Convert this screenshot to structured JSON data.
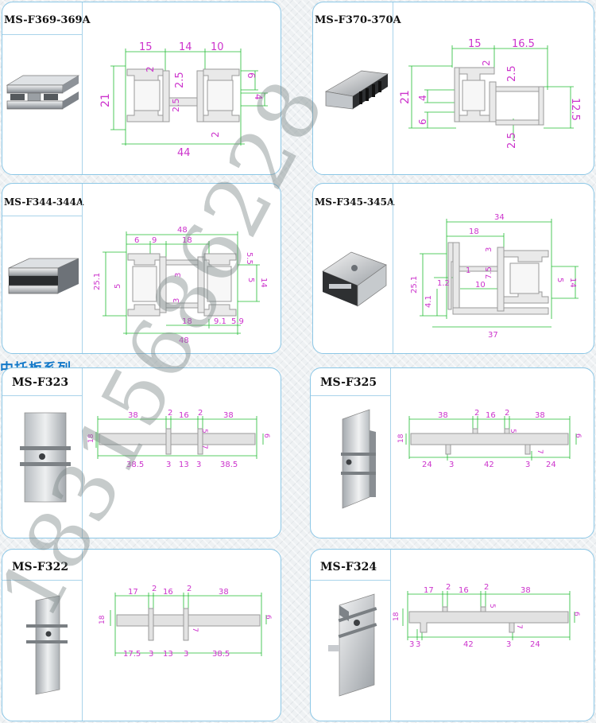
{
  "series_label": "中托板系列",
  "watermark": "18315686228",
  "colors": {
    "dimension": "#cc33cc",
    "guide": "#22bb33",
    "profile": "#bbbbbb",
    "border": "#8cc7e6"
  },
  "cards": [
    {
      "title": "MS-F369-369A",
      "dims": {
        "d15": "15",
        "d14": "14",
        "d10": "10",
        "d2a": "2",
        "d25a": "2.5",
        "d6": "6",
        "d21": "21",
        "d25b": "2.5",
        "d4": "4",
        "d2b": "2",
        "d44": "44"
      }
    },
    {
      "title": "MS-F370-370A",
      "dims": {
        "d15": "15",
        "d165": "16.5",
        "d2": "2",
        "d25a": "2.5",
        "d21": "21",
        "d4": "4",
        "d6": "6",
        "d125": "12.5",
        "d25b": "2.5"
      }
    },
    {
      "title": "MS-F344-344A",
      "dims": {
        "d48a": "48",
        "d6": "6",
        "d9": "9",
        "d18a": "18",
        "d55": "5.5",
        "d251": "25.1",
        "d5a": "5",
        "d3a": "3",
        "d5b": "5",
        "d14": "14",
        "d3b": "3",
        "d18b": "18",
        "d91": "9.1",
        "d59": "5.9",
        "d48b": "48"
      }
    },
    {
      "title": "MS-F345-345A",
      "dims": {
        "d34": "34",
        "d18": "18",
        "d3": "3",
        "d251": "25.1",
        "d1": "1",
        "d75": "7.5",
        "d12": "1.2",
        "d10": "10",
        "d5": "5",
        "d14": "14",
        "d41": "4.1",
        "d37": "37"
      }
    },
    {
      "title": "MS-F323",
      "dims": {
        "d38a": "38",
        "d2a": "2",
        "d16": "16",
        "d2b": "2",
        "d38b": "38",
        "d18": "18",
        "d5": "5",
        "d6": "6",
        "d7": "7",
        "d385a": "38.5",
        "d3a": "3",
        "d13": "13",
        "d3b": "3",
        "d385b": "38.5"
      }
    },
    {
      "title": "MS-F325",
      "dims": {
        "d38a": "38",
        "d2a": "2",
        "d16": "16",
        "d2b": "2",
        "d38b": "38",
        "d18": "18",
        "d5": "5",
        "d6": "6",
        "d24a": "24",
        "d3a": "3",
        "d42": "42",
        "d3b": "3",
        "d7": "7",
        "d24b": "24"
      }
    },
    {
      "title": "MS-F322",
      "dims": {
        "d17": "17",
        "d2a": "2",
        "d16": "16",
        "d2b": "2",
        "d38": "38",
        "d18": "18",
        "d6": "6",
        "d7": "7",
        "d175": "17.5",
        "d3a": "3",
        "d13": "13",
        "d3b": "3",
        "d385": "38.5"
      }
    },
    {
      "title": "MS-F324",
      "dims": {
        "d17": "17",
        "d2a": "2",
        "d16": "16",
        "d2b": "2",
        "d38": "38",
        "d18": "18",
        "d5": "5",
        "d6": "6",
        "d7": "7",
        "d3a": "3",
        "d3b": "3",
        "d42": "42",
        "d3c": "3",
        "d24": "24"
      }
    }
  ]
}
